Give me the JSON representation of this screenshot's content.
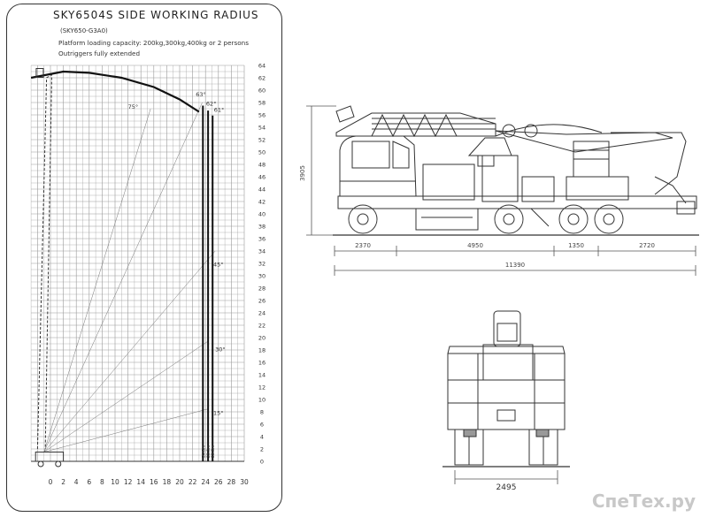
{
  "header": {
    "title": "SKY6504S SIDE WORKING RADIUS",
    "model": "(SKY650-G3A0)",
    "note_capacity": "Platform loading capacity: 200kg,300kg,400kg or 2 persons",
    "note_outriggers": "Outriggers fully extended"
  },
  "chart_data": {
    "type": "line",
    "x_ticks": [
      "0",
      "2",
      "4",
      "6",
      "8",
      "10",
      "12",
      "14",
      "16",
      "18",
      "20",
      "22",
      "24",
      "26",
      "28",
      "30"
    ],
    "y_ticks": [
      "0",
      "2",
      "4",
      "6",
      "8",
      "10",
      "12",
      "14",
      "16",
      "18",
      "20",
      "22",
      "24",
      "26",
      "28",
      "30",
      "32",
      "34",
      "36",
      "38",
      "40",
      "42",
      "44",
      "46",
      "48",
      "50",
      "52",
      "54",
      "56",
      "58",
      "60",
      "62",
      "64"
    ],
    "xlim": [
      -3,
      30
    ],
    "ylim": [
      0,
      64
    ],
    "grid": true,
    "angle_labels": [
      "75°",
      "63°",
      "62°",
      "61°",
      "45°",
      "30°",
      "15°"
    ],
    "radius_labels": [
      "24.8m",
      "25.3m",
      "25.8m"
    ],
    "envelope": [
      [
        -3,
        62
      ],
      [
        2,
        63
      ],
      [
        6,
        62.8
      ],
      [
        11,
        62
      ],
      [
        16,
        60.5
      ],
      [
        20,
        58.5
      ],
      [
        23,
        56.5
      ]
    ],
    "boom_lines": [
      {
        "angle": "75°",
        "end": [
          15.5,
          57
        ]
      },
      {
        "angle": "63°",
        "end": [
          23.5,
          58
        ]
      },
      {
        "angle": "45°",
        "end": [
          25.5,
          34
        ]
      },
      {
        "angle": "30°",
        "end": [
          24.5,
          19.5
        ]
      },
      {
        "angle": "15°",
        "end": [
          24.5,
          8.5
        ]
      }
    ]
  },
  "side_view": {
    "height_dim": "3905",
    "dims": [
      "2370",
      "4950",
      "1350",
      "2720"
    ],
    "total_dim": "11390"
  },
  "rear_view": {
    "width_dim": "2495"
  },
  "watermark": "СпеТех.ру"
}
